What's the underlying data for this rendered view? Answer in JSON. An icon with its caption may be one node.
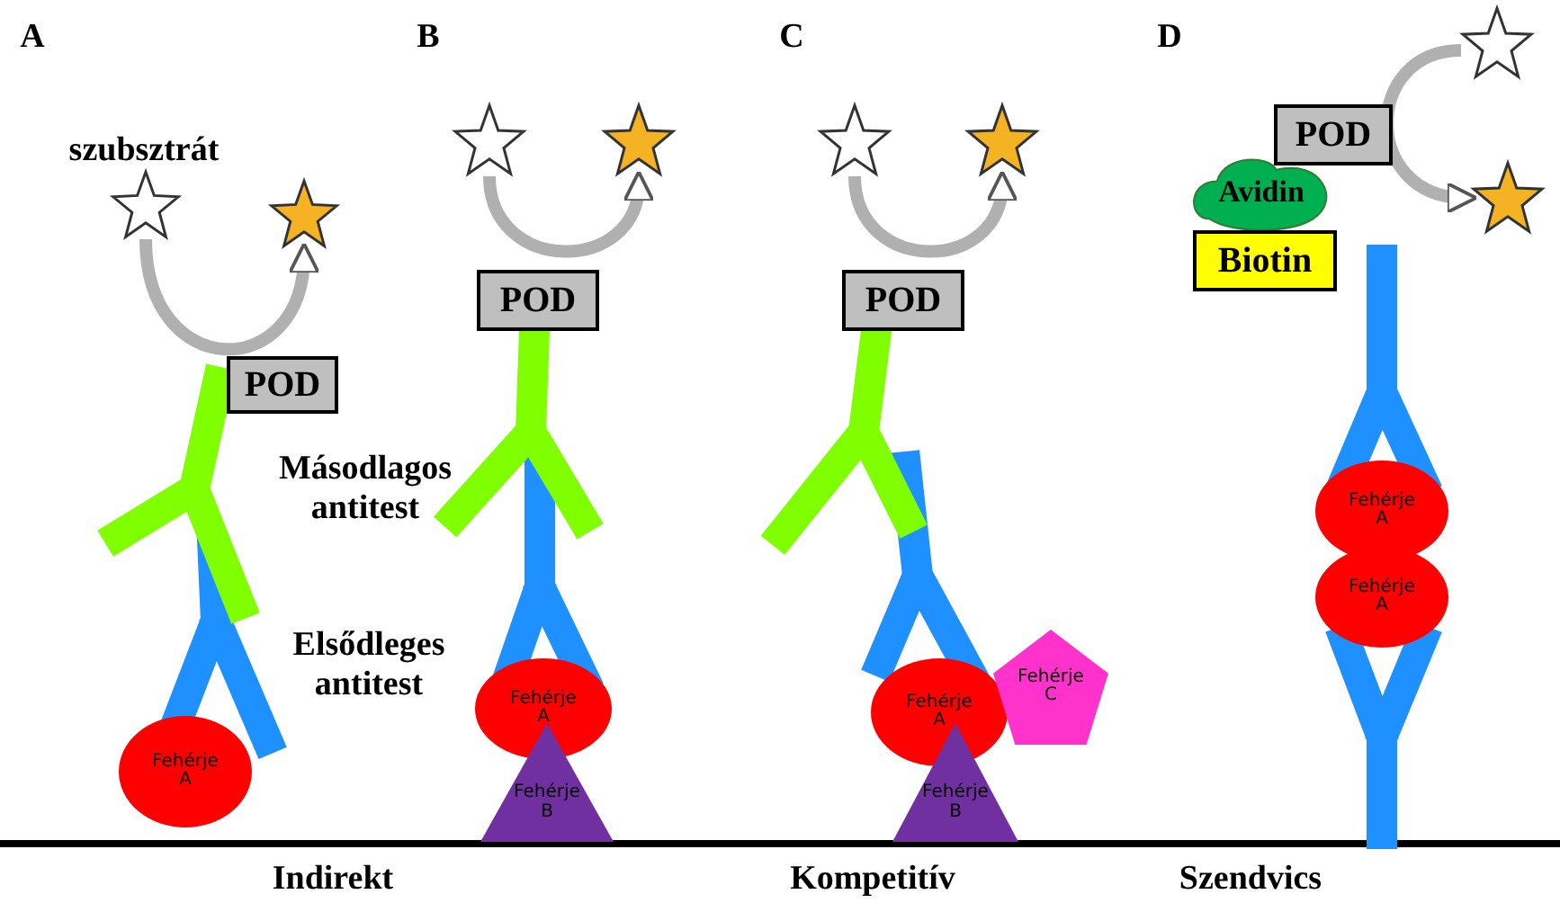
{
  "diagram": {
    "nodes": [
      {
        "text": [],
        "shape": "star"
      },
      {
        "text": [],
        "shape": "star"
      },
      {
        "text": [
          "POD"
        ]
      },
      {
        "text": [
          "Fehérje A"
        ]
      },
      {
        "text": [],
        "shape": "star"
      },
      {
        "text": [],
        "shape": "star"
      },
      {
        "text": [
          "POD"
        ]
      },
      {
        "text": [
          "Fehérje A"
        ]
      },
      {
        "text": [
          "Fehérje B"
        ]
      },
      {
        "text": [],
        "shape": "star"
      },
      {
        "text": [],
        "shape": "star"
      },
      {
        "text": [
          "POD"
        ]
      },
      {
        "text": [
          "Fehérje A"
        ]
      },
      {
        "text": [
          "Fehérje C"
        ]
      },
      {
        "text": [
          "Fehérje B"
        ]
      },
      {
        "text": [
          "POD"
        ]
      },
      {
        "text": [],
        "shape": "star"
      },
      {
        "text": [
          "Avidin"
        ]
      },
      {
        "text": [],
        "shape": "star"
      },
      {
        "text": [
          "Biotin"
        ]
      },
      {
        "text": [
          "Fehérje A"
        ]
      },
      {
        "text": [
          "Fehérje A"
        ]
      }
    ],
    "edges": [
      {
        "from": 0,
        "to": 1,
        "arrow": "to"
      },
      {
        "from": 4,
        "to": 5,
        "arrow": "to"
      },
      {
        "from": 9,
        "to": 10,
        "arrow": "to"
      },
      {
        "from": 16,
        "to": 18,
        "arrow": "to"
      }
    ],
    "labels": [
      "A",
      "B",
      "C",
      "D",
      "szubsztrát",
      "Másodlagos antitest",
      "Elsődleges antitest",
      "Indirekt",
      "Kompetitív",
      "Szendvics"
    ]
  }
}
